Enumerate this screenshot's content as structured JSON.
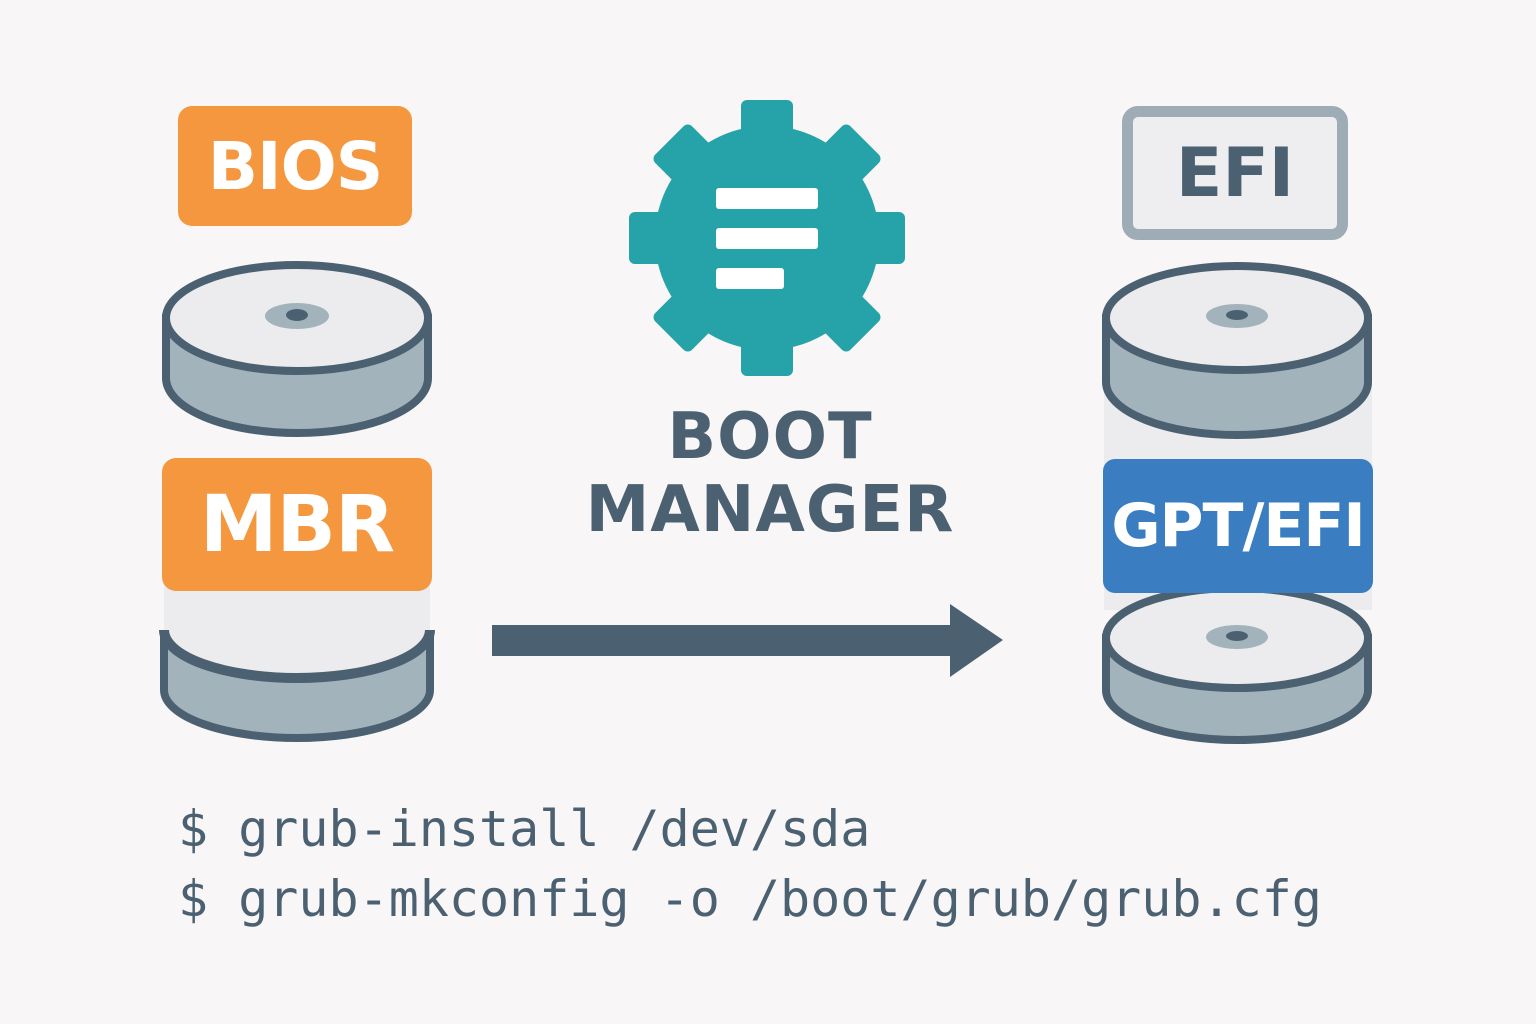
{
  "diagram": {
    "title_line1": "BOOT",
    "title_line2": "MANAGER",
    "left_stack": {
      "firmware_label": "BIOS",
      "partition_label": "MBR"
    },
    "right_stack": {
      "firmware_label": "EFI",
      "partition_label": "GPT/EFI"
    },
    "center_icon": "gear-icon-with-menu-lines",
    "arrow_direction": "left-to-right",
    "commands": [
      "$ grub-install /dev/sda",
      "$ grub-mkconfig -o /boot/grub/grub.cfg"
    ]
  },
  "colors": {
    "background": "#f9f6f7",
    "orange": "#f5973e",
    "blue": "#3a7ec1",
    "teal": "#25a3a8",
    "slate": "#4b6172",
    "disk_top": "#ececee",
    "disk_side": "#a3b3bb",
    "efi_border": "#9eadb5"
  }
}
